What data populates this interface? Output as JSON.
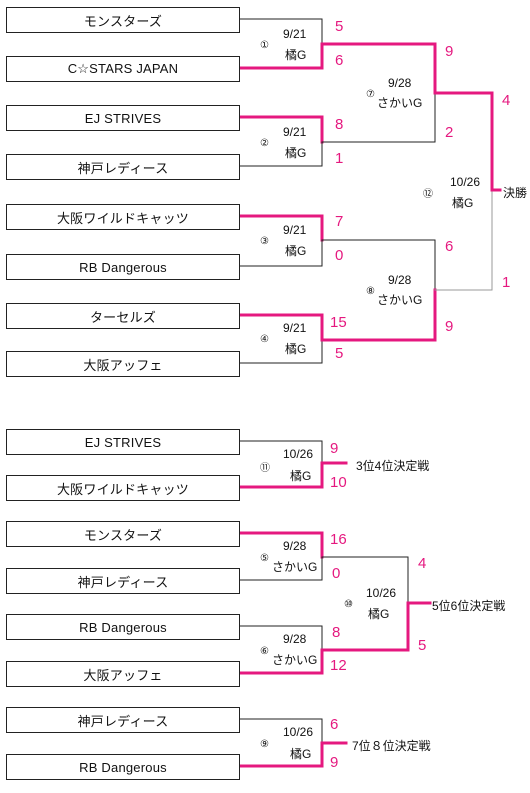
{
  "colors": {
    "win": "#e5187f",
    "line": "#222222",
    "loss_line": "#444444"
  },
  "main_bracket": {
    "first_round": [
      {
        "number": "①",
        "date": "9/21",
        "venue": "橘G",
        "top": {
          "team": "モンスターズ",
          "score": "5"
        },
        "bottom": {
          "team": "C☆STARS JAPAN",
          "score": "6"
        }
      },
      {
        "number": "②",
        "date": "9/21",
        "venue": "橘G",
        "top": {
          "team": "EJ STRIVES",
          "score": "8"
        },
        "bottom": {
          "team": "神戸レディース",
          "score": "1"
        }
      },
      {
        "number": "③",
        "date": "9/21",
        "venue": "橘G",
        "top": {
          "team": "大阪ワイルドキャッツ",
          "score": "7"
        },
        "bottom": {
          "team": "RB Dangerous",
          "score": "0"
        }
      },
      {
        "number": "④",
        "date": "9/21",
        "venue": "橘G",
        "top": {
          "team": "ターセルズ",
          "score": "15"
        },
        "bottom": {
          "team": "大阪アッフェ",
          "score": "5"
        }
      }
    ],
    "semifinals": [
      {
        "number": "⑦",
        "date": "9/28",
        "venue": "さかいG",
        "top_score": "9",
        "bottom_score": "2"
      },
      {
        "number": "⑧",
        "date": "9/28",
        "venue": "さかいG",
        "top_score": "6",
        "bottom_score": "9"
      }
    ],
    "final": {
      "number": "⑫",
      "date": "10/26",
      "venue": "橘G",
      "top_score": "4",
      "bottom_score": "1",
      "label": "決勝"
    }
  },
  "third_place": {
    "number": "⑪",
    "date": "10/26",
    "venue": "橘G",
    "label": "3位4位決定戦",
    "top": {
      "team": "EJ STRIVES",
      "score": "9"
    },
    "bottom": {
      "team": "大阪ワイルドキャッツ",
      "score": "10"
    }
  },
  "fifth_place": {
    "games": [
      {
        "number": "⑤",
        "date": "9/28",
        "venue": "さかいG",
        "top": {
          "team": "モンスターズ",
          "score": "16"
        },
        "bottom": {
          "team": "神戸レディース",
          "score": "0"
        }
      },
      {
        "number": "⑥",
        "date": "9/28",
        "venue": "さかいG",
        "top": {
          "team": "RB Dangerous",
          "score": "8"
        },
        "bottom": {
          "team": "大阪アッフェ",
          "score": "12"
        }
      }
    ],
    "final": {
      "number": "⑩",
      "date": "10/26",
      "venue": "橘G",
      "top_score": "4",
      "bottom_score": "5",
      "label": "5位6位決定戦"
    }
  },
  "seventh_place": {
    "number": "⑨",
    "date": "10/26",
    "venue": "橘G",
    "label": "7位８位決定戦",
    "top": {
      "team": "神戸レディース",
      "score": "6"
    },
    "bottom": {
      "team": "RB Dangerous",
      "score": "9"
    }
  }
}
